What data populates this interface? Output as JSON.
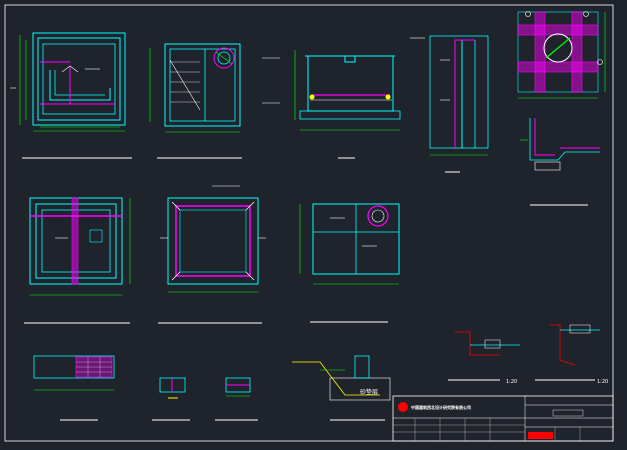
{
  "drawing": {
    "scale_left": "1:20",
    "scale_right": "1:20",
    "sand_label": "砂垫层",
    "company_name": "中国建筑西北设计研究院有限公司",
    "colors": {
      "background": "#1f232b",
      "cyan": "#00ffff",
      "magenta": "#ff00ff",
      "green": "#00ff00",
      "white": "#ffffff",
      "red": "#ff0000",
      "yellow": "#ffff00"
    }
  }
}
